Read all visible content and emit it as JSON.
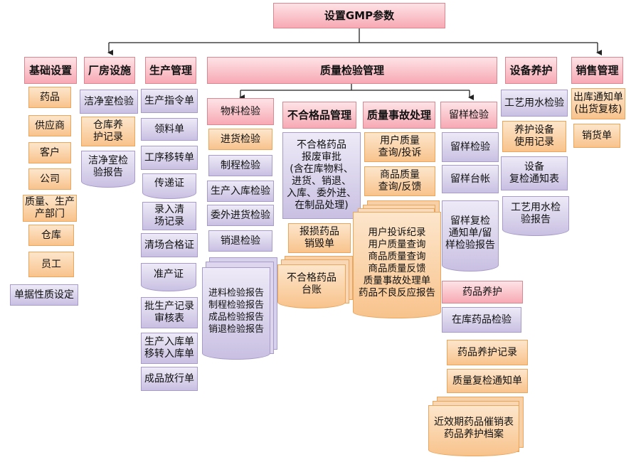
{
  "title": "设置GMP参数",
  "categories": {
    "basic": "基础设置",
    "plant": "厂房设施",
    "production": "生产管理",
    "qc": "质量检验管理",
    "equipment": "设备养护",
    "sales": "销售管理"
  },
  "basic_items": [
    "药品",
    "供应商",
    "客户",
    "公司",
    "质量、生产\n产部门",
    "仓库",
    "员工",
    "单据性质设定"
  ],
  "plant_items": [
    "洁净室检验",
    "仓库养\n护记录",
    "洁净室检\n验报告"
  ],
  "production_items": [
    "生产指令单",
    "领料单",
    "工序移转单",
    "传递证",
    "录入清\n场记录",
    "清场合格证",
    "准产证",
    "批生产记录\n审核表",
    "生产入库单\n移转入库单",
    "成品放行单"
  ],
  "qc_sub": {
    "material": "物料检验",
    "nonconforming": "不合格品管理",
    "incident": "质量事故处理",
    "sample": "留样检验"
  },
  "material_items": [
    "进货检验",
    "制程检验",
    "生产入库检验",
    "委外进货检验",
    "销退检验"
  ],
  "material_reports": "进料检验报告\n制程检验报告\n成品检验报告\n销退检验报告",
  "nonconforming_items": {
    "approval": "不合格药品\n报废审批\n(含在库物料、\n进货、销退、\n入库、委外进、\n在制品处理)",
    "loss": "报损药品\n销毁单",
    "ledger": "不合格药品\n台账"
  },
  "incident_items": [
    "用户质量\n查询/投诉",
    "商品质量\n查询/反馈"
  ],
  "incident_reports": "用户投诉纪录\n用户质量查询\n商品质量查询\n商品质量反馈\n质量事故处理单\n药品不良反应报告",
  "sample_items": [
    "留样检验",
    "留样台帐",
    "留样复检\n通知单/留\n样检验报告"
  ],
  "drug_care": {
    "title": "药品养护",
    "check": "在库药品检验",
    "record": "药品养护记录",
    "recheck": "质量复检通知单",
    "archive": "近效期药品催销表\n药品养护档案"
  },
  "equipment_items": [
    "工艺用水检验",
    "养护设备\n使用记录",
    "设备\n复检通知表",
    "工艺用水检\n验报告"
  ],
  "sales_items": [
    "出库通知单\n(出货复核)",
    "销货单"
  ],
  "colors": {
    "pink": "#f7a9b4",
    "orange": "#f8c38c",
    "purple": "#c9c0e2",
    "line": "#222222"
  }
}
